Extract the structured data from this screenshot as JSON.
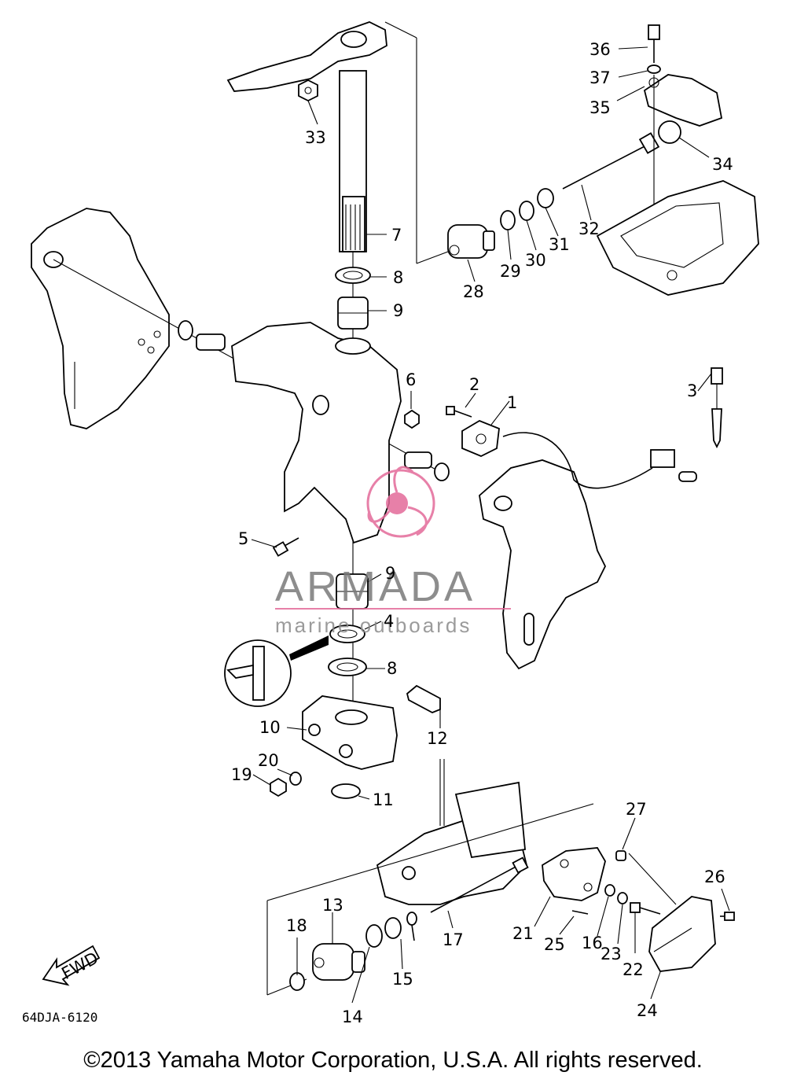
{
  "diagram": {
    "code": "64DJA-6120",
    "fwd_label": "FWD",
    "copyright": "©2013 Yamaha Motor Corporation, U.S.A. All rights reserved.",
    "watermark": {
      "title": "ARMADA",
      "subtitle": "marine outboards",
      "logo_color": "#e36a9a"
    },
    "callouts": {
      "c1": "1",
      "c2": "2",
      "c3": "3",
      "c4": "4",
      "c5": "5",
      "c6": "6",
      "c7": "7",
      "c8a": "8",
      "c8b": "8",
      "c9a": "9",
      "c9b": "9",
      "c10": "10",
      "c11": "11",
      "c12": "12",
      "c13": "13",
      "c14": "14",
      "c15": "15",
      "c16": "16",
      "c17": "17",
      "c18": "18",
      "c19": "19",
      "c20": "20",
      "c21": "21",
      "c22": "22",
      "c23": "23",
      "c24": "24",
      "c25": "25",
      "c26": "26",
      "c27": "27",
      "c28": "28",
      "c29": "29",
      "c30": "30",
      "c31": "31",
      "c32": "32",
      "c33": "33",
      "c34": "34",
      "c35": "35",
      "c36": "36",
      "c37": "37"
    }
  }
}
